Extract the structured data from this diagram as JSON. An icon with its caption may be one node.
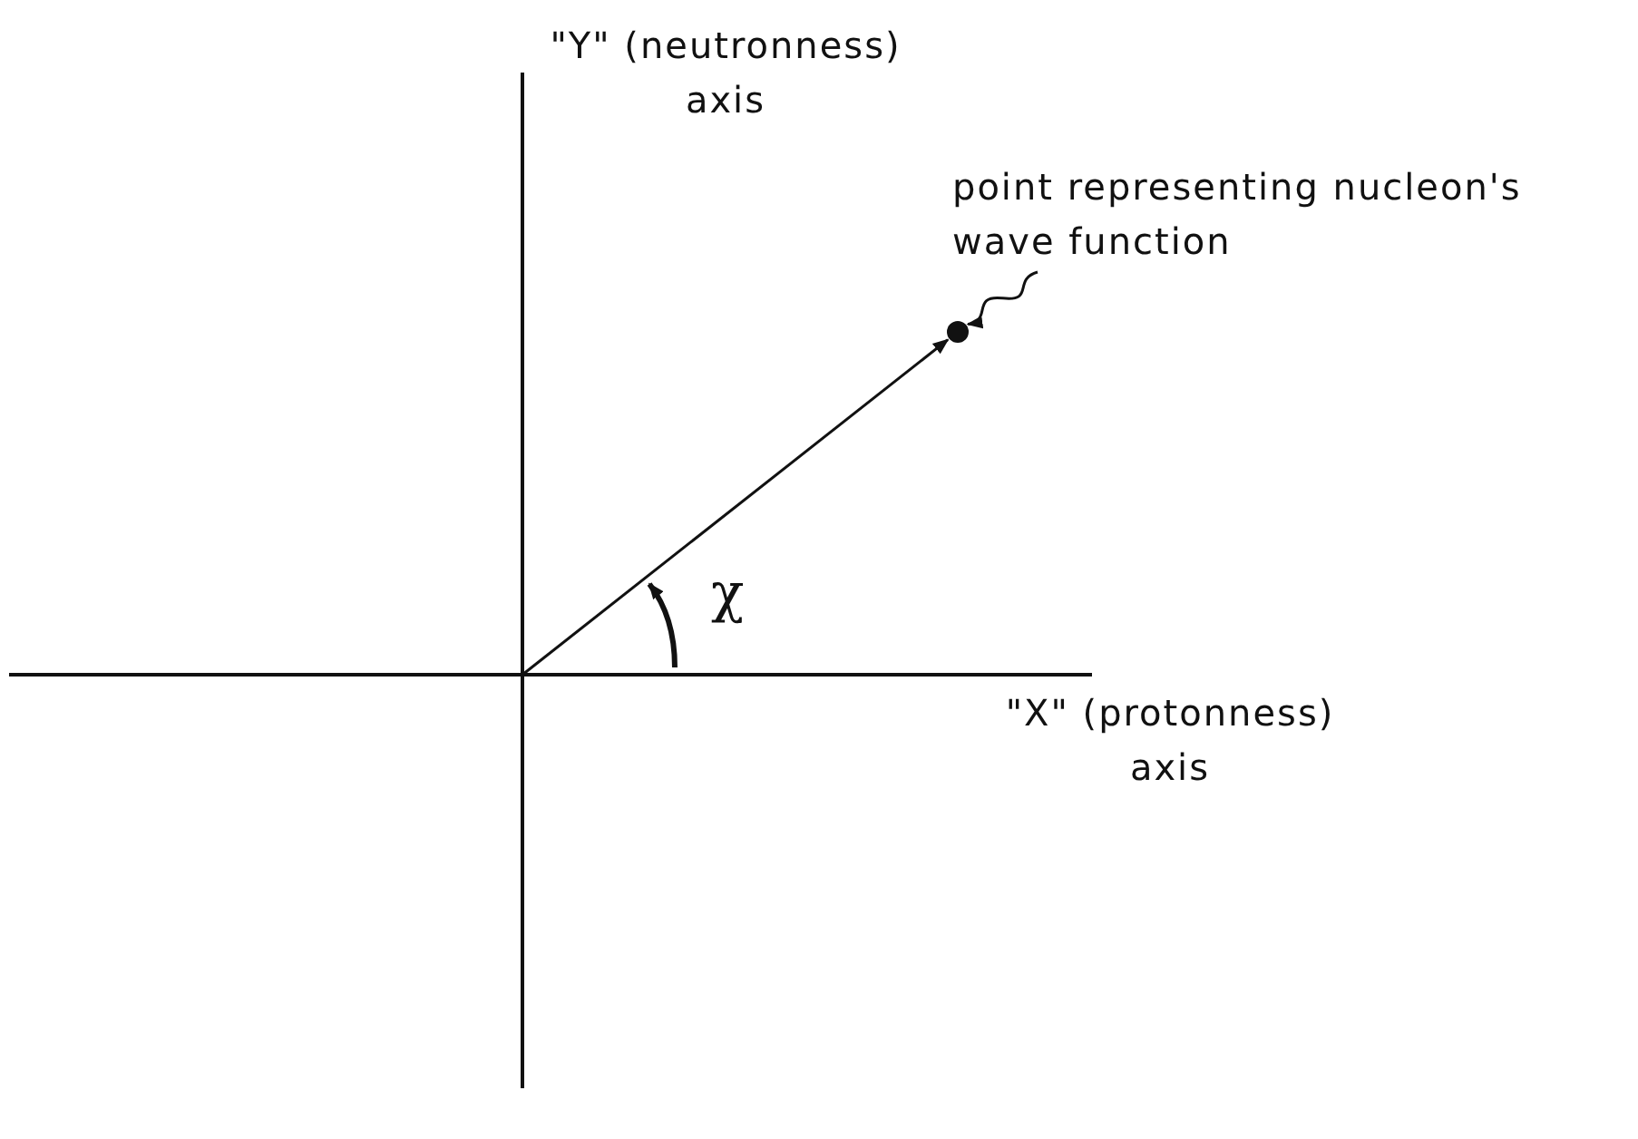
{
  "diagram": {
    "nodes": [
      {
        "text": [
          "point representing nucleon's wave function"
        ]
      },
      {
        "text": [],
        "shape": "circle"
      }
    ],
    "edges": [
      {
        "from": null,
        "to": 1,
        "arrow": "to"
      },
      {
        "from": 0,
        "to": 1,
        "arrow": "to"
      }
    ],
    "labels": [
      "\"Y\" (neutronness) axis",
      "χ",
      "\"X\" (protonness) axis"
    ]
  }
}
